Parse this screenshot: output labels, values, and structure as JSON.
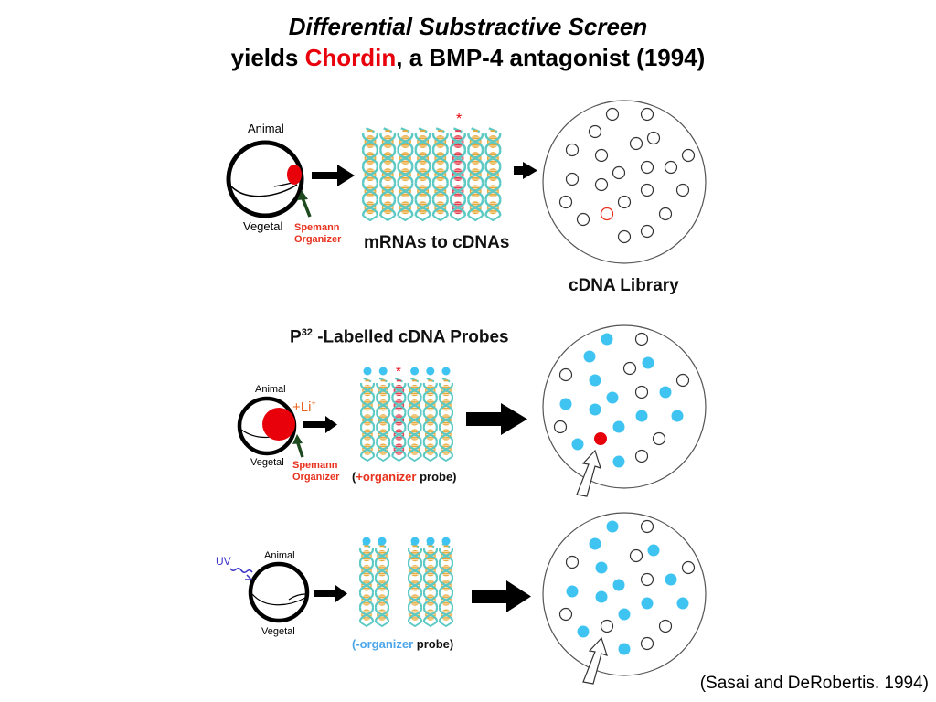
{
  "title": {
    "line1": "Differential Substractive Screen",
    "line2_prefix": "yields ",
    "line2_highlight": "Chordin",
    "line2_suffix": ", a BMP-4 antagonist (1994)"
  },
  "colors": {
    "highlight_red": "#e8000b",
    "organizer_red": "#e8321e",
    "probe_blue": "#3fc4f2",
    "helix_teal": "#5cc9c4",
    "helix_orange": "#e8a93a",
    "helix_red": "#e23b4a",
    "uv_purple": "#3a33c8"
  },
  "panel1": {
    "embryo": {
      "animal_label": "Animal",
      "vegetal_label": "Vegetal",
      "organizer_label_1": "Spemann",
      "organizer_label_2": "Organizer"
    },
    "marker": "*",
    "caption": "mRNAs to cDNAs",
    "library_caption": "cDNA Library",
    "helix_columns": 8,
    "highlighted_column": 6
  },
  "panel2": {
    "heading_prefix": "P",
    "heading_sup": "32",
    "heading_suffix": " -Labelled cDNA Probes",
    "embryo": {
      "animal_label": "Animal",
      "vegetal_label": "Vegetal",
      "treatment": "+Li",
      "treatment_sup": "+",
      "organizer_label_1": "Spemann",
      "organizer_label_2": "Organizer"
    },
    "marker": "*",
    "probe_open": "(",
    "probe_highlight": "+organizer",
    "probe_suffix": " probe)",
    "helix_columns": 6,
    "highlighted_column": 3
  },
  "panel3": {
    "embryo": {
      "animal_label": "Animal",
      "vegetal_label": "Vegetal",
      "treatment": "UV"
    },
    "probe_open": "(",
    "probe_highlight": "-organizer",
    "probe_suffix": " probe)",
    "helix_columns": 5
  },
  "citation": "(Sasai and DeRobertis. 1994)"
}
